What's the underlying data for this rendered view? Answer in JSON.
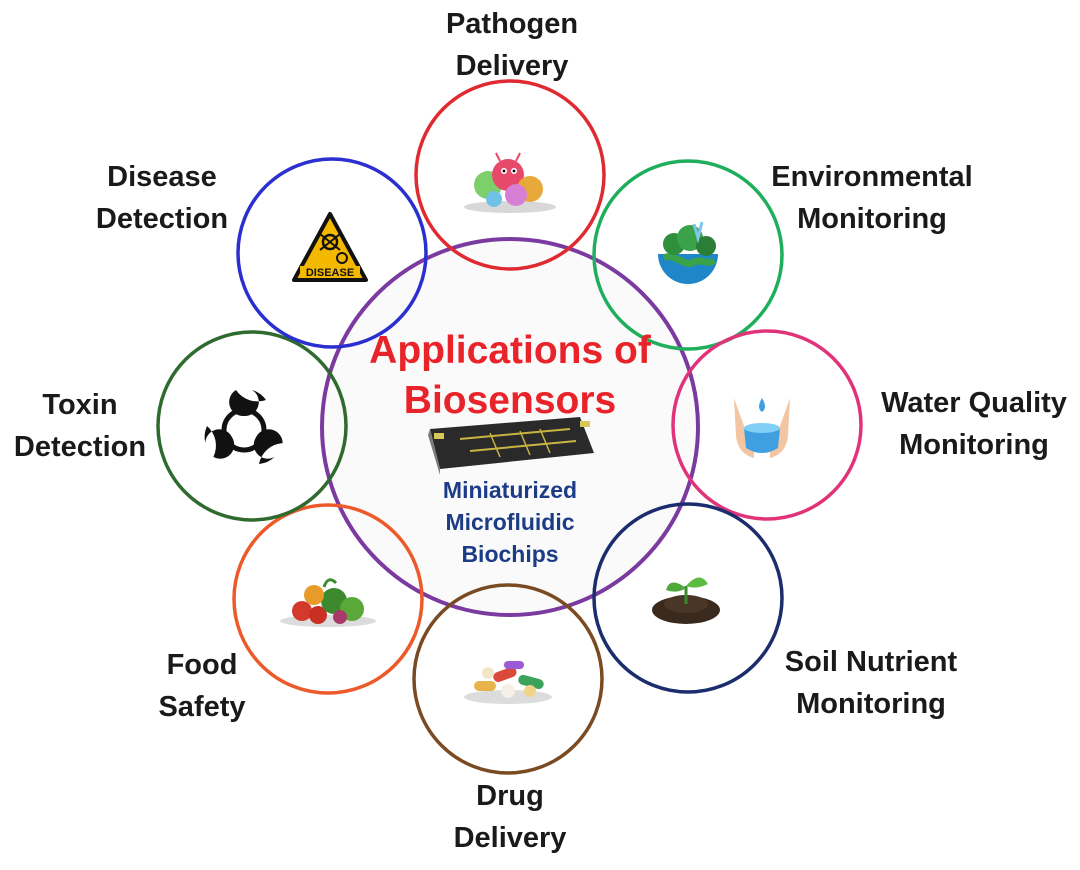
{
  "center": {
    "title_lines": [
      "Applications of",
      "Biosensors"
    ],
    "subtitle_lines": [
      "Miniaturized",
      "Microfluidic",
      "Biochips"
    ]
  },
  "nodes": [
    {
      "id": "pathogen-delivery",
      "lines": [
        "Pathogen",
        "Delivery"
      ],
      "ring_color": "#e02a32",
      "icon": "germs-icon"
    },
    {
      "id": "environmental-monitoring",
      "lines": [
        "Environmental",
        "Monitoring"
      ],
      "ring_color": "#1fae5c",
      "icon": "earth-icon"
    },
    {
      "id": "water-quality-monitoring",
      "lines": [
        "Water Quality",
        "Monitoring"
      ],
      "ring_color": "#e0337a",
      "icon": "water-hands-icon"
    },
    {
      "id": "soil-nutrient-monitoring",
      "lines": [
        "Soil Nutrient",
        "Monitoring"
      ],
      "ring_color": "#1c2d6e",
      "icon": "seedling-icon"
    },
    {
      "id": "drug-delivery",
      "lines": [
        "Drug",
        "Delivery"
      ],
      "ring_color": "#7a4a22",
      "icon": "pills-icon"
    },
    {
      "id": "food-safety",
      "lines": [
        "Food",
        "Safety"
      ],
      "ring_color": "#ec5a2a",
      "icon": "vegetables-icon"
    },
    {
      "id": "toxin-detection",
      "lines": [
        "Toxin",
        "Detection"
      ],
      "ring_color": "#2f6a2e",
      "icon": "biohazard-icon"
    },
    {
      "id": "disease-detection",
      "lines": [
        "Disease",
        "Detection"
      ],
      "ring_color": "#2a2fd0",
      "icon": "disease-warning-icon"
    }
  ],
  "center_ring_color": "#7b3aa0",
  "disease_sign_text": "DISEASE"
}
